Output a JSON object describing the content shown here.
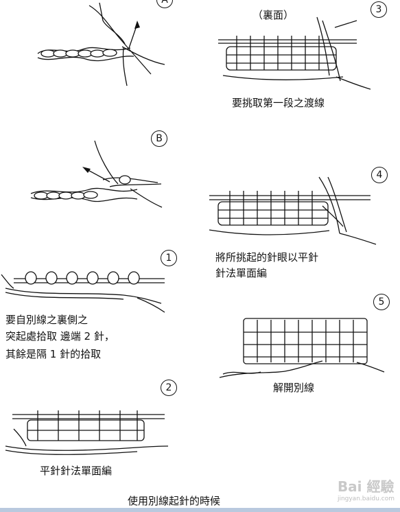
{
  "markers": {
    "a": "A",
    "b": "B",
    "s1": "1",
    "s2": "2",
    "s3": "3",
    "s4": "4",
    "s5": "5"
  },
  "labels": {
    "reverse_side": "（裏面）",
    "step3_caption": "要挑取第一段之渡線",
    "step4_caption_line1": "將所挑起的針眼以平針",
    "step4_caption_line2": "針法單面編",
    "step1_caption_line1": "要自別線之裏側之",
    "step1_caption_line2": "突起處拾取 邊端 2 針，",
    "step1_caption_line3": "其餘是隔 1 針的拾取",
    "step5_caption": "解開別線",
    "step2_caption": "平針針法單面編",
    "footer_title": "使用別線起針的時候"
  },
  "watermark": {
    "brand": "Bai 經驗",
    "url": "jingyan.baidu.com"
  }
}
